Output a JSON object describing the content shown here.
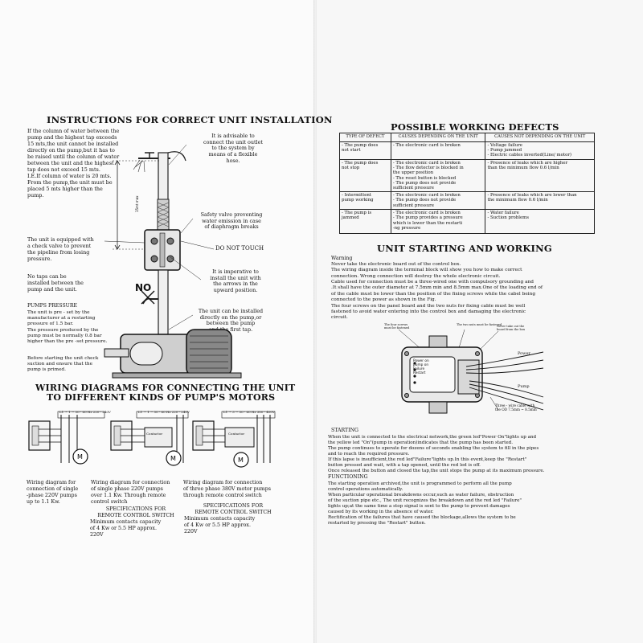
{
  "left_page": {
    "title": "INSTRUCTIONS FOR CORRECT UNIT INSTALLATION",
    "column_text": "If the column of water between the\npump and the highest tap exceeds\n15 mts,the unit cannot be installed\ndirectly on the pump,but it has to\nbe raised until the column of water\nbetween the unit and the highest\ntap does not exceed 15 mts.\nI.E.If column of water is 20 mts.\nFrom the pump,the unit must be\nplaced 5 mts higher than the\npump.",
    "advisable_text": "It is advisable to\nconnect the unit outlet\nto the system by\nmeans of a flexible\nhose.",
    "height_label": "15mt max",
    "safety_valve_text": "Safety valve preventing\nwater emission in case\nof diaphragm breaks",
    "check_valve_text": "The unit is equipped with\na check valve to prevent\nthe pipeline from losing\npressure.",
    "do_not_touch": "DO NOT TOUCH",
    "no_taps_text": "No taps can be\ninstalled between the\npump and the unit.",
    "no_label": "NO",
    "imperative_text": "It is imperative to\ninstall the unit with\nthe arrows in the\nupward position.",
    "pumps_pressure_title": "PUMPS PRESSURE",
    "pumps_pressure_text": "The unit is pre - set by the\nmanufacturer at a restarting\npressure of 1.5 bar.\nThe pressure produced by the\npump must be normally 0.8 bar\nhigher than the pre -set pressure.",
    "before_starting_text": "Before starting the unit check\nsuction and ensure that the\npump is primed.",
    "installed_text": "The unit can be installed\ndirectly on the pump,or\nbetween the pump\nand the first tap.",
    "wiring_title_1": "WIRING DIAGRAMS FOR CONNECTING THE UNIT",
    "wiring_title_2": "TO DIFFERENT KINDS OF PUMP'S MOTORS",
    "diagram_header_1": "L1 ~ 1 ~ 50 - 60 Hz 220 - 240V",
    "diagram_header_2": "L1 ~ 1 ~ 50 - 60 Hz 220 - 240V",
    "diagram_header_3": "L1 ~ 3 ~ 50 - 60 Hz 380 - 400V",
    "contactor_label": "Contactor",
    "motor_label": "M",
    "caption_1": "Wiring diagram for\nconnection of single\n-phase 220V pumps\nup to 1.1 Kw.",
    "caption_2": "Wiring diagram for connection\nof single phase 220V pumps\nover 1.1 Kw. Through remote\ncontrol switch",
    "caption_3": "Wiring diagram for connection\nof three phase 380V motor pumps\nthrough remote control switch",
    "spec_title_1": "SPECIFICATIONS FOR\nREMOTE CONTROL SWITCH",
    "spec_text_1": "Minimum contacts capacity\nof 4 Kw or 5.5 HP approx.\n220V",
    "spec_title_2": "SPECIFICATIONS FOR\nREMOTE CONTROL SWITCH",
    "spec_text_2": "Minimum contacts capacity\nof 4 Kw or 5.5 HP approx.\n220V"
  },
  "right_page": {
    "title": "POSSIBLE WORKING DEFECTS",
    "table": {
      "headers": [
        "TYPE OF DEFECT",
        "CAUSES DEPENDING ON THE UNIT",
        "CAUSES NOT DEPENDING ON THE UNIT"
      ],
      "rows": [
        [
          "- The pump does\nnot start",
          "- The electronic card is broken",
          "- Voltage failure\n- Pump jammed\n- Electric cables inverted(Line/ motor)"
        ],
        [
          "- The pump does\nnot stop",
          "- The electronic card is broken\n- The flow detector is blocked in\nthe upper position\n- The reset button is blocked\n- The pump does not provide\nsufficient pressure",
          "- Presence of leaks which are higher\nthan the minimum flow 0.6 l/min"
        ],
        [
          "- Intermittent\npump working",
          "- The electronic card is broken\n- The pump does not provide\nsufficient pressure",
          "- Presence of leaks which are lower than\nthe minimum flow 0.6 l/min"
        ],
        [
          "- The pump is\njammed",
          "- The electronic card is broken\n- The pump provides a pressure\nwhich is lower than the restarti\n-ng pressure",
          "- Water failure\n- Suction problems"
        ]
      ]
    },
    "starting_title": "UNIT STARTING AND WORKING",
    "warning_label": "Warning",
    "warning_text": "Never take the electronic board out of the control box.\nThe wiring diagram inside the terminal block will show you how to make correct\nconnection. Wrong connection will destroy the whole electronic circuit.\nCable used for connection must be a three-wired one with compulsory grounding and\n.It shall have the outer diameter at 7.5mm min and 8.5mm max.One of the loading end of\nof the cable must be lower than the position of the fixing screws while the cabel being\nconnected to the power as shown in the Fig.\nThe four screws on the panel board and the two nuts for fixing cable must be well\nfastened to avoid water entering into the control box and damaging the electronic\ncircuit.",
    "figure": {
      "label_four_screws": "The four screws\nmust be fastened",
      "label_two_nuts": "The two nuts must be fastened",
      "label_two_nuts_2": "Never take out the\nboard from the box",
      "power_label": "Power",
      "pump_label": "Pump",
      "cable_label": "Three - wire cable with\nthe OD 7.5mm ~ 8.5mm",
      "panel_text": "Power on\npump on\nFailure\nRestart"
    },
    "starting_label": "STARTING",
    "starting_text": "When the unit is connected to the electrical network,the green led\"Power On\"lights up and\nthe yellow led \"On\"(pump in operation)indicates that the pump has been started.\nThe pump continues to operate for dozens of seconds enabling the system to fill in the pipes\nand to reach the required pressure.\nIf this lapse is insufficient,the red led\"Failure\"lights up.In this event,keep the \"Restart\"\nbutton pressed and wait, with a tap opened, until the red led is off.\nOnce released the button and closed the tap,the unit stops the pump at its maximum pressure.",
    "functioning_label": "FUNCTIONING",
    "functioning_text": "The starting operation archived,the unit is programmed to perform all the pump\ncontrol operations automatically.\nWhen particular operational breakdowns occur,such as water failure, obstruction\nof the suction pipe etc., The unit recognizes the breakdown and the red led \"Failure\"\nlights up;at the same time a stop signal is sent to the pump to prevent damages\ncaused by its working in the absence of water.\nRectification of the failures that have caused the blockage,allows the system to be\nrestarted by pressing the \"Restart\" button."
  }
}
